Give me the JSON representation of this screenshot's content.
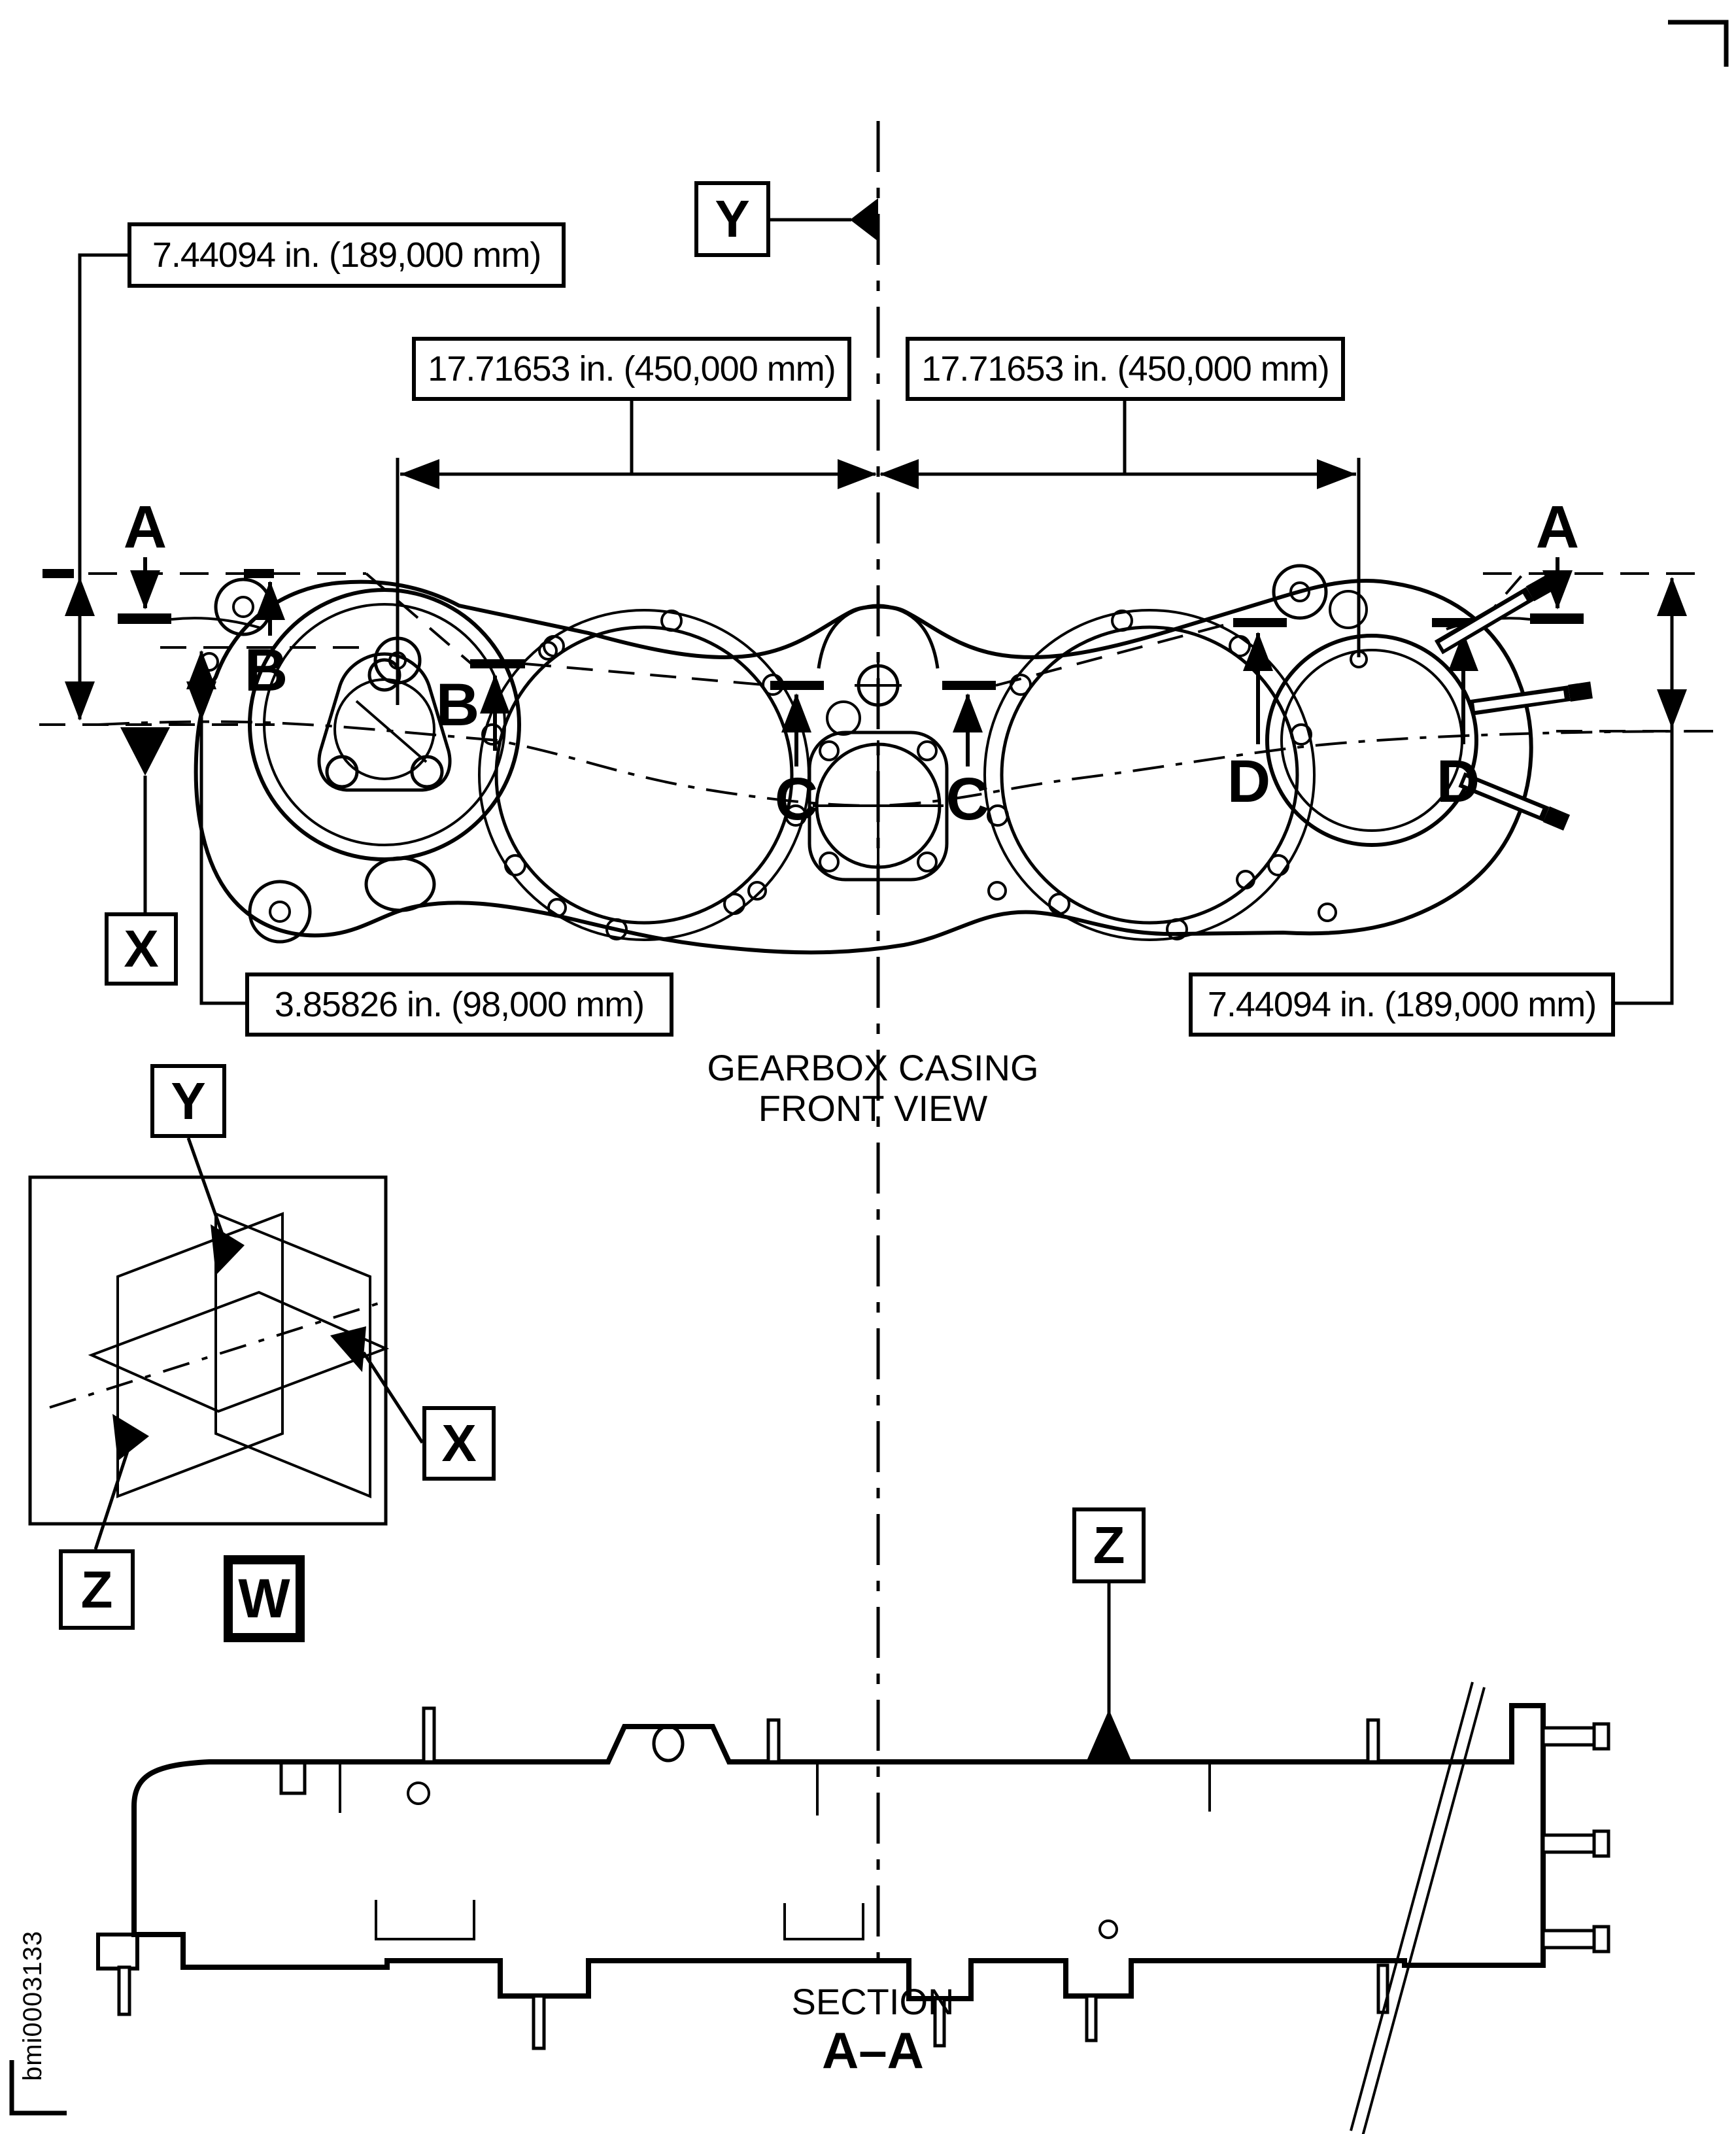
{
  "page": {
    "code": "bmi0003133"
  },
  "front_view": {
    "caption": {
      "line1": "GEARBOX CASING",
      "line2": "FRONT VIEW"
    },
    "dim_boxes": {
      "top_left": "7.44094 in. (189,000 mm)",
      "upper_left": "17.71653 in. (450,000 mm)",
      "upper_right": "17.71653 in. (450,000 mm)",
      "lower_left": "3.85826 in. (98,000 mm)",
      "lower_right": "7.44094 in. (189,000 mm)"
    },
    "callouts": {
      "a_left": "A",
      "a_right": "A",
      "b_left": "B",
      "b_right": "B",
      "c_left": "C",
      "c_right": "C",
      "d_left": "D",
      "d_right": "D",
      "x_plane": "X",
      "y_plane": "Y"
    }
  },
  "axes_key": {
    "x": "X",
    "y": "Y",
    "z": "Z",
    "w": "W"
  },
  "section_view": {
    "z_plane": "Z",
    "caption": {
      "line1": "SECTION",
      "line2": "A–A"
    }
  },
  "colors": {
    "ink": "#000000",
    "paper": "#ffffff"
  }
}
